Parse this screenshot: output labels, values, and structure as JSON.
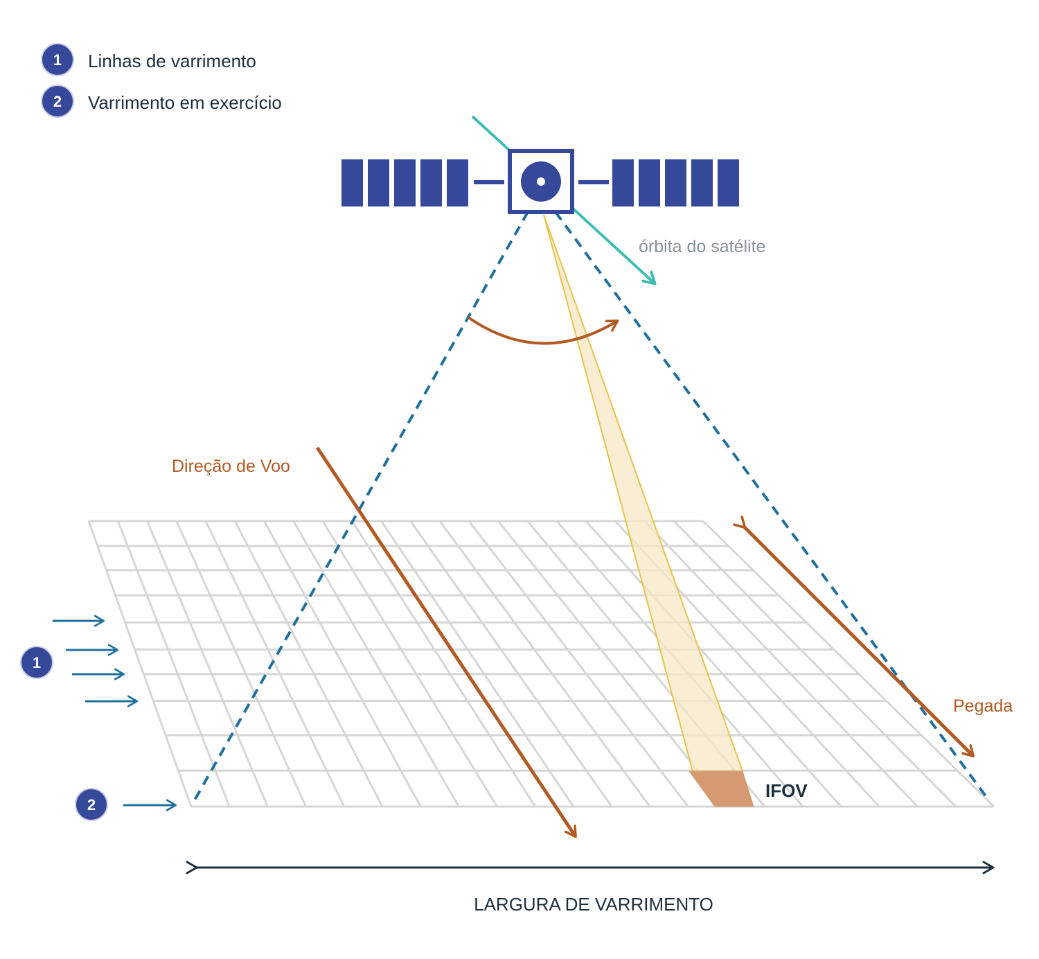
{
  "legend": {
    "items": [
      {
        "number": "1",
        "label": "Linhas de varrimento"
      },
      {
        "number": "2",
        "label": "Varrimento em exercício"
      }
    ]
  },
  "labels": {
    "orbit": "órbita do satélite",
    "flight_direction": "Direção de Voo",
    "footprint": "Pegada",
    "ifov": "IFOV",
    "swath_width": "LARGURA DE VARRIMENTO"
  },
  "markers": {
    "scan_lines": "1",
    "active_scan": "2"
  },
  "colors": {
    "navy": "#36489a",
    "teal": "#3dbdb4",
    "blue_dash": "#1f6f9e",
    "brown": "#b35a24",
    "gold": "#e8c24a",
    "beam_fill": "#f7e8c4",
    "ifov_fill": "#d59a72",
    "grid": "#d6d6d6",
    "text_dark": "#1b2f3d",
    "text_gray": "#8a9298"
  },
  "icons": {
    "satellite": "satellite-icon",
    "arrow": "arrow-icon"
  }
}
